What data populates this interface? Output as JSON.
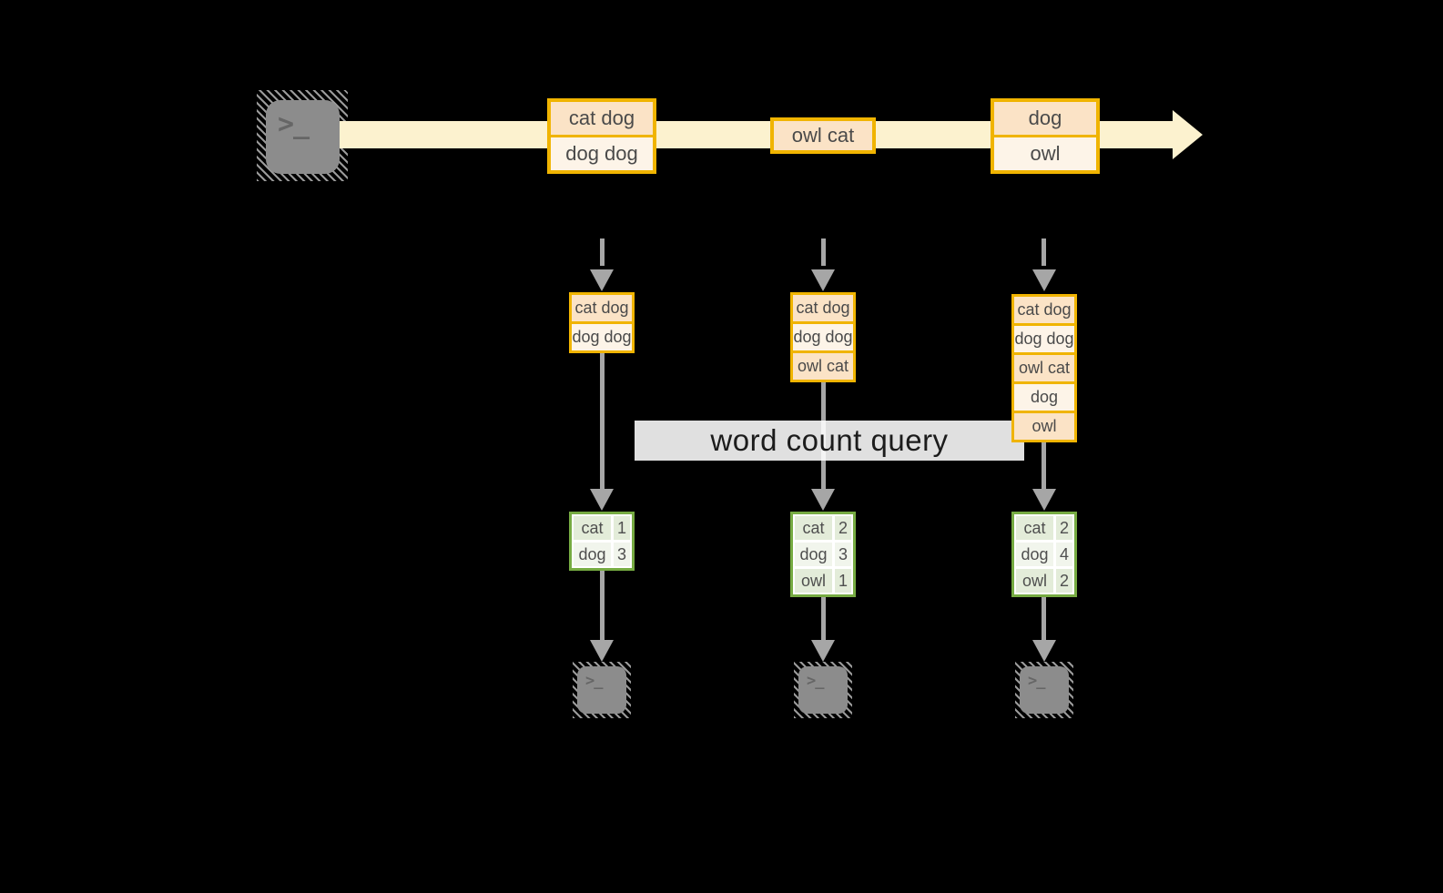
{
  "colors": {
    "background": "#000000",
    "stream_band": "#fcf2cf",
    "box_border_amber": "#f0b400",
    "box_fill_dark": "#fbe3c6",
    "box_fill_light": "#fdf4e8",
    "arrow_gray": "#a6a6a6",
    "terminal_gray": "#8c8c8c",
    "table_border_green": "#76ab42",
    "table_fill_green": "#e3ecd9",
    "table_fill_light": "#f1f5ec",
    "query_label_bg": "#ffffff",
    "text": "#4a4a4a"
  },
  "icons": {
    "source_terminal": "terminal-icon",
    "sink_terminal": "terminal-icon",
    "stream_arrow": "right-arrow-icon",
    "prompt_glyph": ">_"
  },
  "stream": {
    "events": [
      {
        "lines": [
          "cat dog",
          "dog dog"
        ]
      },
      {
        "lines": [
          "owl cat"
        ]
      },
      {
        "lines": [
          "dog",
          "owl"
        ]
      }
    ]
  },
  "query_label": "word count query",
  "columns": [
    {
      "accumulated": [
        "cat dog",
        "dog dog"
      ],
      "counts": [
        {
          "word": "cat",
          "count": "1"
        },
        {
          "word": "dog",
          "count": "3"
        }
      ]
    },
    {
      "accumulated": [
        "cat dog",
        "dog dog",
        "owl cat"
      ],
      "counts": [
        {
          "word": "cat",
          "count": "2"
        },
        {
          "word": "dog",
          "count": "3"
        },
        {
          "word": "owl",
          "count": "1"
        }
      ]
    },
    {
      "accumulated": [
        "cat dog",
        "dog dog",
        "owl cat",
        "dog",
        "owl"
      ],
      "counts": [
        {
          "word": "cat",
          "count": "2"
        },
        {
          "word": "dog",
          "count": "4"
        },
        {
          "word": "owl",
          "count": "2"
        }
      ]
    }
  ]
}
